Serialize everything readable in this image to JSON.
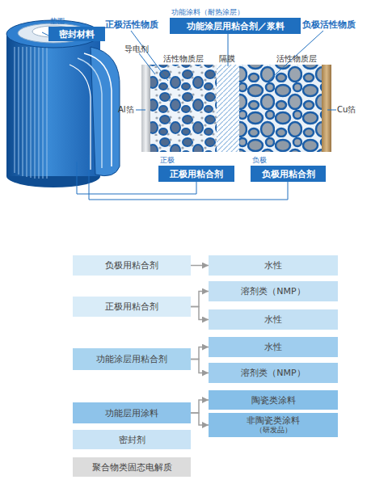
{
  "diagram": {
    "nodes": [
      {
        "text": [
          "垫圈",
          "密封材料"
        ]
      },
      {
        "text": [
          "功能涂料（耐热涂层）",
          "功能涂层用粘合剂／浆料"
        ]
      },
      {
        "text": [
          "正极",
          "正极用粘合剂"
        ]
      },
      {
        "text": [
          "负极",
          "负极用粘合剂"
        ]
      },
      {
        "text": [
          "负极用粘合剂"
        ]
      },
      {
        "text": [
          "水性"
        ]
      },
      {
        "text": [
          "正极用粘合剂"
        ]
      },
      {
        "text": [
          "溶剂类（NMP）"
        ]
      },
      {
        "text": [
          "水性"
        ]
      },
      {
        "text": [
          "功能涂层用粘合剂"
        ]
      },
      {
        "text": [
          "水性"
        ]
      },
      {
        "text": [
          "溶剂类（NMP）"
        ]
      },
      {
        "text": [
          "功能层用涂料"
        ]
      },
      {
        "text": [
          "陶瓷类涂料"
        ]
      },
      {
        "text": [
          "非陶瓷类涂料",
          "（研发品）"
        ]
      },
      {
        "text": [
          "密封剂"
        ]
      },
      {
        "text": [
          "聚合物类固态电解质"
        ]
      }
    ],
    "edges": [
      {
        "from": 4,
        "to": 5,
        "arrow": "to"
      },
      {
        "from": 6,
        "to": 7,
        "arrow": "to"
      },
      {
        "from": 6,
        "to": 8,
        "arrow": "to"
      },
      {
        "from": 9,
        "to": 10,
        "arrow": "to"
      },
      {
        "from": 9,
        "to": 11,
        "arrow": "to"
      },
      {
        "from": 12,
        "to": 13,
        "arrow": "to"
      },
      {
        "from": 12,
        "to": 14,
        "arrow": "to"
      }
    ],
    "labels": [
      "正极活性物质",
      "负极活性物质",
      "导电剂",
      "活性物质层",
      "隔膜",
      "活性物质层",
      "Al箔",
      "Cu箔"
    ]
  }
}
